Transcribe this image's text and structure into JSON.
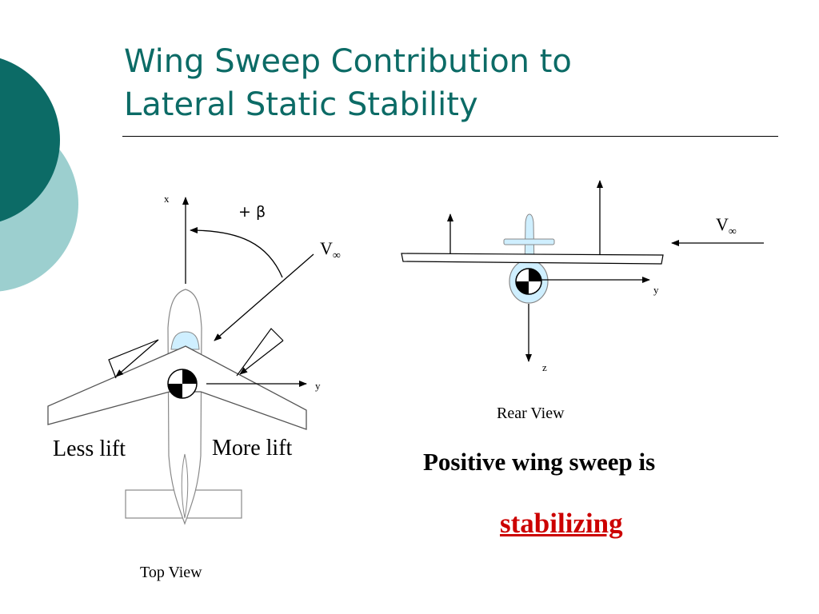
{
  "slide": {
    "title_lines": [
      "Wing Sweep Contribution to",
      "Lateral Static Stability"
    ],
    "accent_colors": {
      "dark_teal": "#0c6b66",
      "light_teal": "#9ccfcf"
    }
  },
  "top_view": {
    "axis_x": "x",
    "axis_y": "y",
    "sideslip_label": "+ β",
    "velocity_symbol": "V",
    "velocity_subscript": "∞",
    "left_wing_label": "Less lift",
    "right_wing_label": "More lift",
    "caption": "Top View"
  },
  "rear_view": {
    "axis_y": "y",
    "axis_z": "z",
    "velocity_symbol": "V",
    "velocity_subscript": "∞",
    "caption": "Rear View"
  },
  "conclusion": {
    "statement": "Positive wing sweep is",
    "emphasis": "stabilizing",
    "emphasis_color": "#cc0000"
  }
}
